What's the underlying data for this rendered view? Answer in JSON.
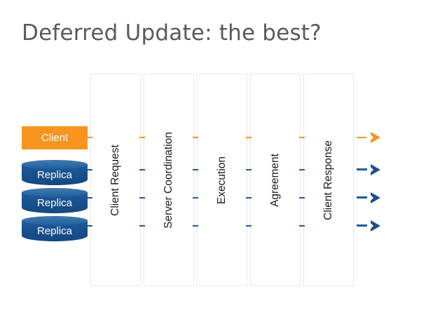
{
  "slide": {
    "title": "Deferred Update: the best?",
    "title_color": "#5a5a5a",
    "background": "#ffffff"
  },
  "colors": {
    "client_orange": "#f7941e",
    "replica_blue": "#1f5c9e",
    "arrow_blue": "#1d4f87",
    "column_border": "#e8e8e8"
  },
  "entities": [
    {
      "label": "Client",
      "type": "client-box",
      "color": "#f7941e",
      "lane": 0
    },
    {
      "label": "Replica",
      "type": "database-cylinder",
      "color": "#1f5c9e",
      "lane": 1
    },
    {
      "label": "Replica",
      "type": "database-cylinder",
      "color": "#1f5c9e",
      "lane": 2
    },
    {
      "label": "Replica",
      "type": "database-cylinder",
      "color": "#1f5c9e",
      "lane": 3
    }
  ],
  "phases": [
    {
      "label": "Client Request"
    },
    {
      "label": "Server Coordination"
    },
    {
      "label": "Execution"
    },
    {
      "label": "Agreement"
    },
    {
      "label": "Client Response"
    }
  ],
  "flows": [
    {
      "entity": "Client",
      "style": "dashed",
      "color": "#f7941e",
      "arrowhead": "right"
    },
    {
      "entity": "Replica",
      "style": "dashed",
      "color": "#1f5c9e",
      "arrowhead": "right"
    },
    {
      "entity": "Replica",
      "style": "dashed",
      "color": "#1f5c9e",
      "arrowhead": "right"
    },
    {
      "entity": "Replica",
      "style": "dashed",
      "color": "#1f5c9e",
      "arrowhead": "right"
    }
  ]
}
